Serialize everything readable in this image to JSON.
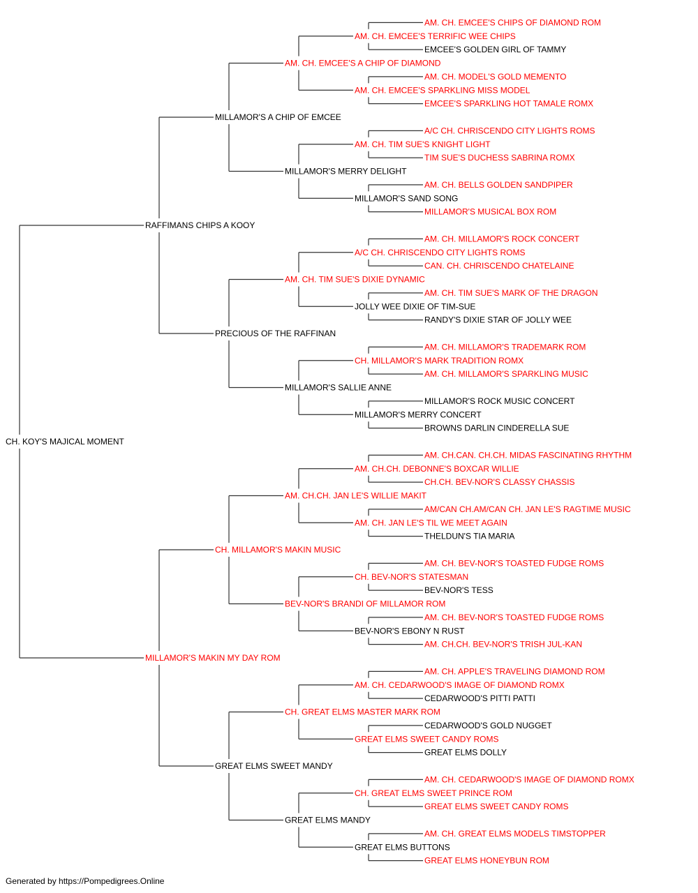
{
  "colors": {
    "champion": "#ff0000",
    "normal": "#000000",
    "line": "#333333"
  },
  "subject": {
    "name": "CH. KOY'S MAJICAL MOMENT",
    "titled": false
  },
  "sire": {
    "name": "RAFFIMANS CHIPS A KOOY",
    "titled": false,
    "sire": {
      "name": "MILLAMOR'S A CHIP OF EMCEE",
      "titled": false,
      "sire": {
        "name": "AM. CH. EMCEE'S A CHIP OF DIAMOND",
        "titled": true,
        "sire": {
          "name": "AM. CH. EMCEE'S TERRIFIC WEE CHIPS",
          "titled": true,
          "sire": {
            "name": "AM. CH. EMCEE'S CHIPS OF DIAMOND ROM",
            "titled": true
          },
          "dam": {
            "name": "EMCEE'S GOLDEN GIRL OF TAMMY",
            "titled": false
          }
        },
        "dam": {
          "name": "AM. CH. EMCEE'S SPARKLING MISS MODEL",
          "titled": true,
          "sire": {
            "name": "AM. CH. MODEL'S GOLD MEMENTO",
            "titled": true
          },
          "dam": {
            "name": "EMCEE'S SPARKLING HOT TAMALE ROMX",
            "titled": true
          }
        }
      },
      "dam": {
        "name": "MILLAMOR'S MERRY DELIGHT",
        "titled": false,
        "sire": {
          "name": "AM. CH. TIM SUE'S KNIGHT LIGHT",
          "titled": true,
          "sire": {
            "name": "A/C CH. CHRISCENDO CITY LIGHTS ROMS",
            "titled": true
          },
          "dam": {
            "name": "TIM SUE'S DUCHESS SABRINA ROMX",
            "titled": true
          }
        },
        "dam": {
          "name": "MILLAMOR'S SAND SONG",
          "titled": false,
          "sire": {
            "name": "AM. CH. BELLS GOLDEN SANDPIPER",
            "titled": true
          },
          "dam": {
            "name": "MILLAMOR'S MUSICAL BOX ROM",
            "titled": true
          }
        }
      }
    },
    "dam": {
      "name": "PRECIOUS OF THE RAFFINAN",
      "titled": false,
      "sire": {
        "name": "AM. CH. TIM SUE'S DIXIE DYNAMIC",
        "titled": true,
        "sire": {
          "name": "A/C CH. CHRISCENDO CITY LIGHTS ROMS",
          "titled": true,
          "sire": {
            "name": "AM. CH. MILLAMOR'S ROCK CONCERT",
            "titled": true
          },
          "dam": {
            "name": "CAN. CH. CHRISCENDO CHATELAINE",
            "titled": true
          }
        },
        "dam": {
          "name": "JOLLY WEE DIXIE OF TIM-SUE",
          "titled": false,
          "sire": {
            "name": "AM. CH. TIM SUE'S MARK OF THE DRAGON",
            "titled": true
          },
          "dam": {
            "name": "RANDY'S DIXIE STAR OF JOLLY WEE",
            "titled": false
          }
        }
      },
      "dam": {
        "name": "MILLAMOR'S SALLIE ANNE",
        "titled": false,
        "sire": {
          "name": "CH. MILLAMOR'S MARK TRADITION ROMX",
          "titled": true,
          "sire": {
            "name": "AM. CH. MILLAMOR'S TRADEMARK ROM",
            "titled": true
          },
          "dam": {
            "name": "AM. CH. MILLAMOR'S SPARKLING MUSIC",
            "titled": true
          }
        },
        "dam": {
          "name": "MILLAMOR'S MERRY CONCERT",
          "titled": false,
          "sire": {
            "name": "MILLAMOR'S ROCK MUSIC CONCERT",
            "titled": false
          },
          "dam": {
            "name": "BROWNS DARLIN CINDERELLA SUE",
            "titled": false
          }
        }
      }
    }
  },
  "dam": {
    "name": "MILLAMOR'S MAKIN MY DAY ROM",
    "titled": true,
    "sire": {
      "name": "CH. MILLAMOR'S MAKIN MUSIC",
      "titled": true,
      "sire": {
        "name": "AM. CH.CH. JAN LE'S WILLIE MAKIT",
        "titled": true,
        "sire": {
          "name": "AM. CH.CH. DEBONNE'S BOXCAR WILLIE",
          "titled": true,
          "sire": {
            "name": "AM. CH.CAN. CH.CH. MIDAS FASCINATING RHYTHM",
            "titled": true
          },
          "dam": {
            "name": "CH.CH. BEV-NOR'S CLASSY CHASSIS",
            "titled": true
          }
        },
        "dam": {
          "name": "AM. CH. JAN LE'S TIL WE MEET AGAIN",
          "titled": true,
          "sire": {
            "name": "AM/CAN CH.AM/CAN CH. JAN LE'S RAGTIME MUSIC",
            "titled": true
          },
          "dam": {
            "name": "THELDUN'S TIA MARIA",
            "titled": false
          }
        }
      },
      "dam": {
        "name": "BEV-NOR'S BRANDI OF MILLAMOR ROM",
        "titled": true,
        "sire": {
          "name": "CH. BEV-NOR'S STATESMAN",
          "titled": true,
          "sire": {
            "name": "AM. CH. BEV-NOR'S TOASTED FUDGE ROMS",
            "titled": true
          },
          "dam": {
            "name": "BEV-NOR'S TESS",
            "titled": false
          }
        },
        "dam": {
          "name": "BEV-NOR'S EBONY N RUST",
          "titled": false,
          "sire": {
            "name": "AM. CH. BEV-NOR'S TOASTED FUDGE ROMS",
            "titled": true
          },
          "dam": {
            "name": "AM. CH.CH. BEV-NOR'S TRISH JUL-KAN",
            "titled": true
          }
        }
      }
    },
    "dam": {
      "name": "GREAT ELMS SWEET MANDY",
      "titled": false,
      "sire": {
        "name": "CH. GREAT ELMS MASTER MARK ROM",
        "titled": true,
        "sire": {
          "name": "AM. CH. CEDARWOOD'S IMAGE OF DIAMOND ROMX",
          "titled": true,
          "sire": {
            "name": "AM. CH. APPLE'S TRAVELING DIAMOND ROM",
            "titled": true
          },
          "dam": {
            "name": "CEDARWOOD'S PITTI PATTI",
            "titled": false
          }
        },
        "dam": {
          "name": "GREAT ELMS SWEET CANDY ROMS",
          "titled": true,
          "sire": {
            "name": "CEDARWOOD'S GOLD NUGGET",
            "titled": false
          },
          "dam": {
            "name": "GREAT ELMS DOLLY",
            "titled": false
          }
        }
      },
      "dam": {
        "name": "GREAT ELMS MANDY",
        "titled": false,
        "sire": {
          "name": "CH. GREAT ELMS SWEET PRINCE ROM",
          "titled": true,
          "sire": {
            "name": "AM. CH. CEDARWOOD'S IMAGE OF DIAMOND ROMX",
            "titled": true
          },
          "dam": {
            "name": "GREAT ELMS SWEET CANDY ROMS",
            "titled": true
          }
        },
        "dam": {
          "name": "GREAT ELMS BUTTONS",
          "titled": false,
          "sire": {
            "name": "AM. CH. GREAT ELMS MODELS TIMSTOPPER",
            "titled": true
          },
          "dam": {
            "name": "GREAT ELMS HONEYBUN ROM",
            "titled": true
          }
        }
      }
    }
  },
  "footer": "Generated by https://Pompedigrees.Online"
}
